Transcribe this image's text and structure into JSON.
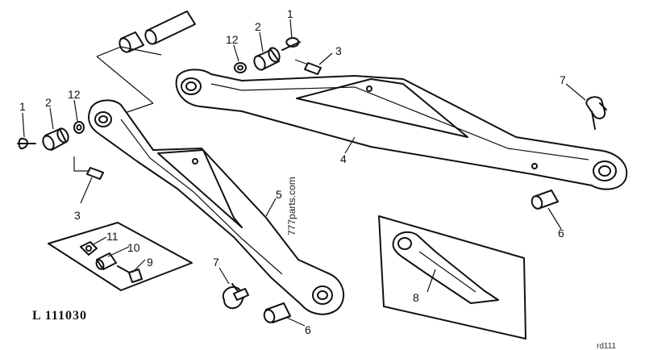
{
  "figure_id": "L 111030",
  "watermark": "777parts.com",
  "corner_mark": "rd111",
  "callouts": {
    "pin_left": "1",
    "bushing_left": "2",
    "washer_left": "12",
    "spring_pin_left": "3",
    "pin_top": "1",
    "bushing_top": "2",
    "washer_top": "12",
    "spring_pin_top": "3",
    "lower_link_right": "4",
    "lower_link_left": "5",
    "bushing_right": "6",
    "bushing_bottom": "6",
    "lynch_pin_right": "7",
    "lynch_pin_bottom": "7",
    "detail_link": "8",
    "screw": "9",
    "nut_bushing": "10",
    "lock_nut": "11"
  }
}
